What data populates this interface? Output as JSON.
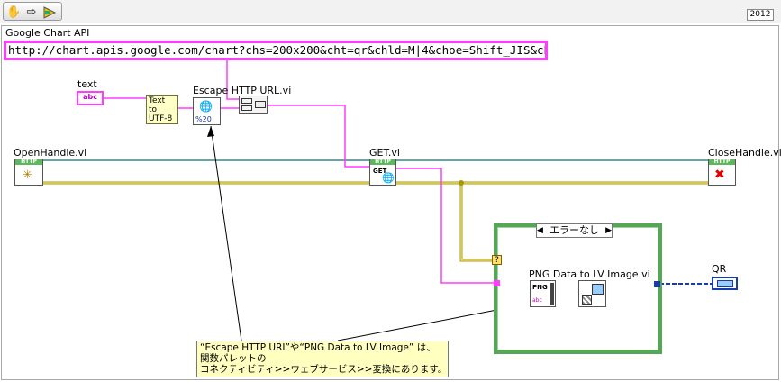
{
  "toolbar": {
    "version": "2012",
    "icons": [
      "hand-tool-icon",
      "arrow-tool-icon",
      "run-arrow-icon"
    ]
  },
  "diagram": {
    "url_label": "Google Chart API",
    "url_value": "http://chart.apis.google.com/chart?chs=200x200&cht=qr&chld=M|4&choe=Shift_JIS&chl=",
    "text_control_label": "text",
    "text_control_type": "abc",
    "text_to_utf8_label": "Text\nto\nUTF-8",
    "escape_vi_label": "Escape HTTP URL.vi",
    "escape_vi_glyph": "%20",
    "open_handle_label": "OpenHandle.vi",
    "get_label": "GET.vi",
    "get_glyph": "GET",
    "close_handle_label": "CloseHandle.vi",
    "http_badge": "HTTP",
    "case_selector": "エラーなし",
    "case_question": "?",
    "png_vi_label": "PNG Data to LV Image.vi",
    "png_glyph": "PNG",
    "png_sub_glyph": "abc",
    "qr_label": "QR",
    "comment_lines": [
      "“Escape HTTP URL”や“PNG Data to LV Image” は、",
      "関数パレットの",
      "コネクティビティ>>ウェブサービス>>変換にあります。"
    ]
  },
  "colors": {
    "string_wire": "#ff3cff",
    "error_wire": "#a89800",
    "refnum_wire": "#2e8b8b",
    "image_wire": "#1a3aa8",
    "case_border": "#55a755",
    "comment_bg": "#ffffc0"
  }
}
